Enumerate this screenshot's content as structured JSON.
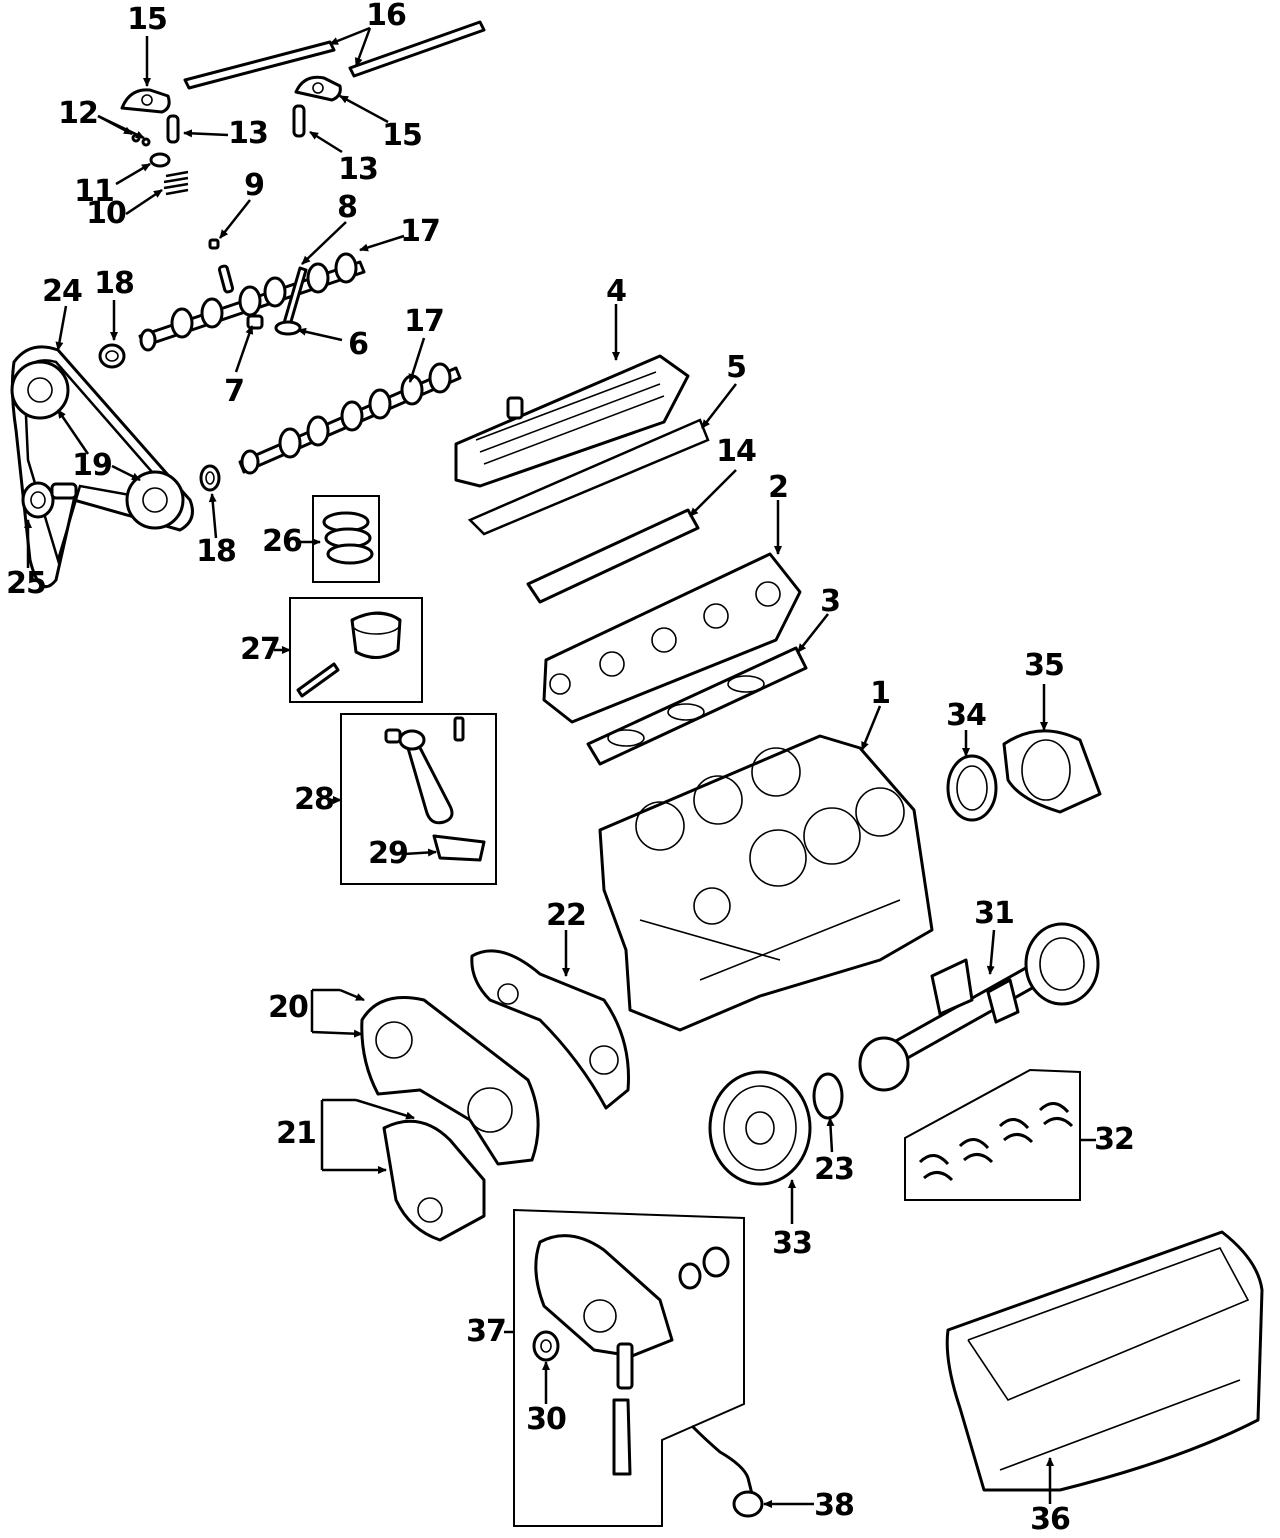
{
  "callouts": {
    "c1": "1",
    "c2": "2",
    "c3": "3",
    "c4": "4",
    "c5": "5",
    "c6": "6",
    "c7": "7",
    "c8": "8",
    "c9": "9",
    "c10": "10",
    "c11": "11",
    "c12": "12",
    "c13a": "13",
    "c13b": "13",
    "c14": "14",
    "c15a": "15",
    "c15b": "15",
    "c16": "16",
    "c17a": "17",
    "c17b": "17",
    "c18a": "18",
    "c18b": "18",
    "c19": "19",
    "c20": "20",
    "c21": "21",
    "c22": "22",
    "c23": "23",
    "c24": "24",
    "c25": "25",
    "c26": "26",
    "c27": "27",
    "c28": "28",
    "c29": "29",
    "c30": "30",
    "c31": "31",
    "c32": "32",
    "c33": "33",
    "c34": "34",
    "c35": "35",
    "c36": "36",
    "c37": "37",
    "c38": "38"
  }
}
